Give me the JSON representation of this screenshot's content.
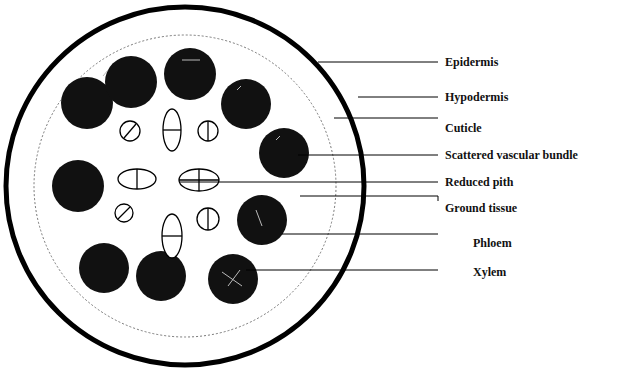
{
  "diagram": {
    "labels": [
      "Epidermis",
      "Hypodermis",
      "Cuticle",
      "Scattered vascular bundle",
      "Reduced pith",
      "Ground tissue",
      "Phloem",
      "Xylem"
    ]
  }
}
